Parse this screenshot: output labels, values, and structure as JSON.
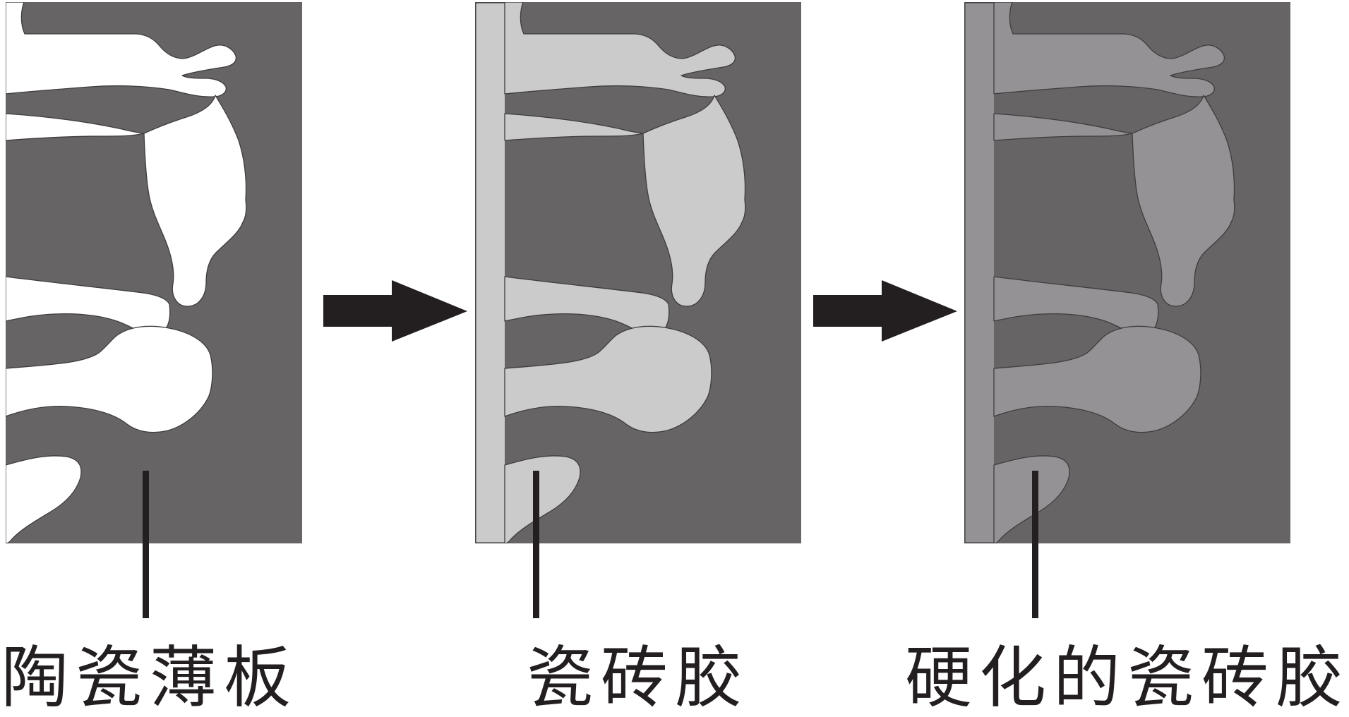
{
  "diagram": {
    "type": "process-diagram",
    "description_labels": {
      "step1": "陶瓷薄板",
      "step2": "瓷砖胶",
      "step3": "硬化的瓷砖胶"
    },
    "panels": [
      {
        "id": "ceramic-sheet",
        "label": "陶瓷薄板",
        "pore_fill": "white"
      },
      {
        "id": "tile-adhesive",
        "label": "瓷砖胶",
        "pore_fill": "light-gray"
      },
      {
        "id": "hardened-tile-adhesive",
        "label": "硬化的瓷砖胶",
        "pore_fill": "medium-gray"
      }
    ],
    "arrows": [
      {
        "from": "ceramic-sheet",
        "to": "tile-adhesive",
        "icon": "arrow-right-icon"
      },
      {
        "from": "tile-adhesive",
        "to": "hardened-tile-adhesive",
        "icon": "arrow-right-icon"
      }
    ]
  },
  "colors": {
    "background": "#ffffff",
    "ceramic": "#676466",
    "pore1": "#ffffff",
    "pore2": "#cbcbcb",
    "pore3": "#949295",
    "outline": "#3f3c3d",
    "ink": "#231f20"
  }
}
